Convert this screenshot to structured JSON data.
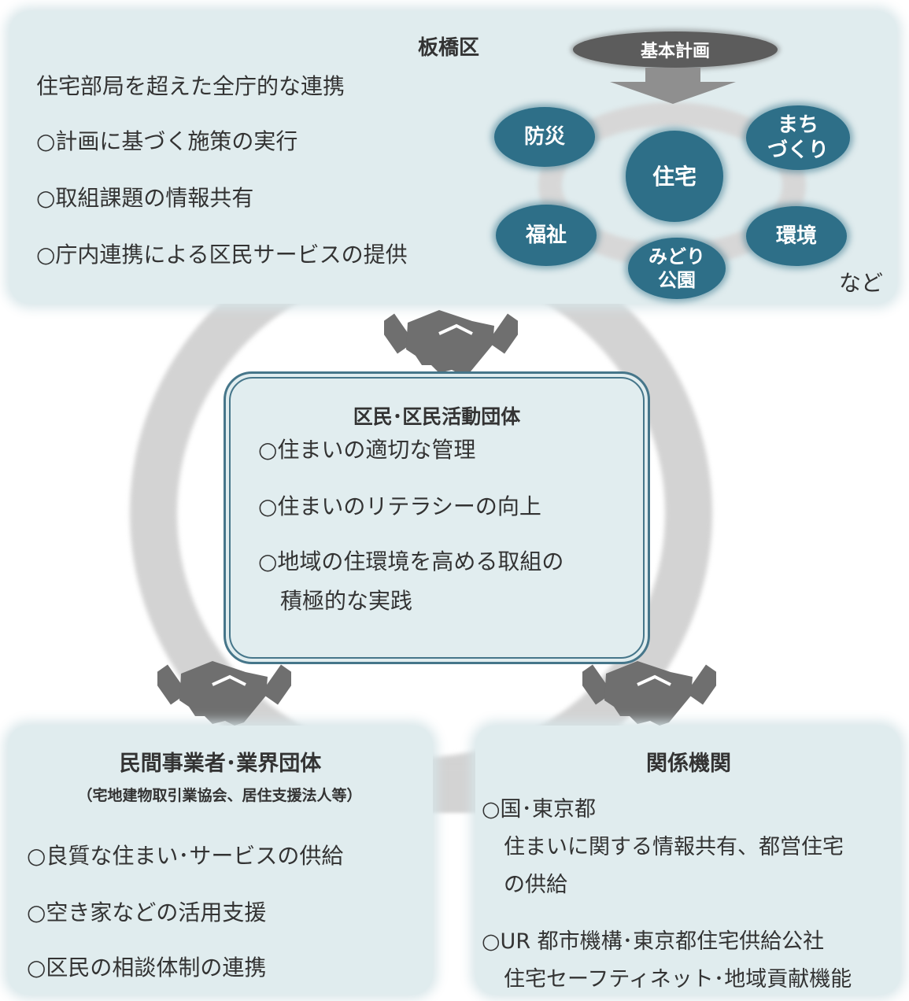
{
  "itabashi": {
    "title": "板橋区",
    "intro": "住宅部局を超えた全庁的な連携",
    "items": [
      "○計画に基づく施策の実行",
      "○取組課題の情報共有",
      "○庁内連携による区民サービスの提供"
    ],
    "plan_label": "基本計画",
    "center_label": "住宅",
    "nodes": {
      "bousai": "防災",
      "machi": "まち\nづくり",
      "fukushi": "福祉",
      "kankyo": "環境",
      "midori": "みどり\n公園"
    },
    "etc": "など"
  },
  "residents": {
    "title": "区民･区民活動団体",
    "items": [
      "○住まいの適切な管理",
      "○住まいのリテラシーの向上",
      "○地域の住環境を高める取組の",
      "積極的な実践"
    ]
  },
  "private": {
    "title": "民間事業者･業界団体",
    "subtitle": "（宅地建物取引業協会、居住支援法人等）",
    "items": [
      "○良質な住まい･サービスの供給",
      "○空き家などの活用支援",
      "○区民の相談体制の連携"
    ]
  },
  "agencies": {
    "title": "関係機関",
    "items": [
      "○国･東京都",
      "住まいに関する情報共有、都営住宅",
      "の供給",
      "○UR 都市機構･東京都住宅供給公社",
      "住宅セーフティネット･地域貢献機能"
    ]
  },
  "icons": [
    "handshake-icon"
  ],
  "colors": {
    "panel": "#e0ecee",
    "node": "#2e6f88",
    "ring": "#d3d3d3",
    "border": "#46768a",
    "icon": "#6f6f6f"
  }
}
